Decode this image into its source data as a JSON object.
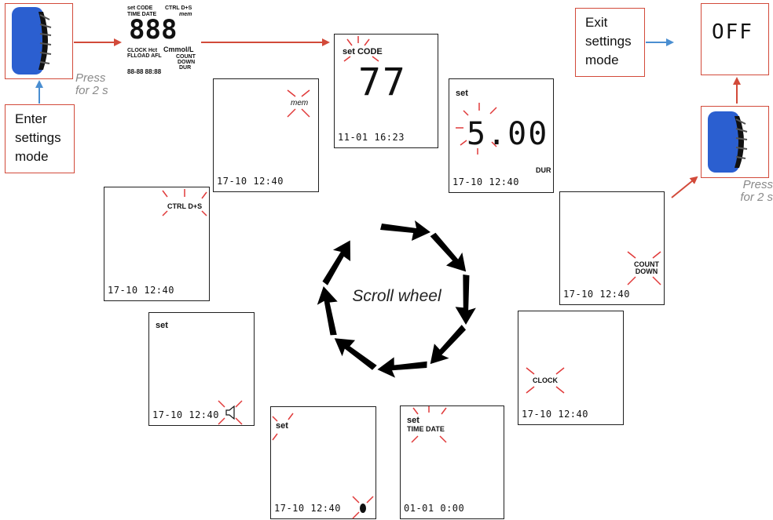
{
  "diagram": {
    "center_label": "Scroll wheel",
    "enter_callout": "Enter\nsettings\nmode",
    "exit_callout": "Exit\nsettings\nmode",
    "press_left": "Press\nfor 2 s",
    "press_right": "Press\nfor 2 s",
    "off_display": "OFF"
  },
  "all_segments": {
    "row1_a": "set CODE",
    "row1_b": "TIME DATE",
    "row1_c": "CTRL D+S",
    "row1_d": "mem",
    "digits": "888",
    "row2_a": "CLOCK Hct",
    "row2_b": "Cmmol/L",
    "row3_a": "FLLOAD AFL",
    "row3_b": "COUNT",
    "row3_c": "DOWN",
    "row3_d": "DUR",
    "row4_a": "88-88 88:88"
  },
  "screens": {
    "code": {
      "tag": "set CODE",
      "value": "77",
      "stamp": "11-01 16:23"
    },
    "duration": {
      "tag_top": "set",
      "value": "5.00",
      "tag_bottom": "DUR",
      "stamp": "17-10 12:40"
    },
    "memory": {
      "tag": "mem",
      "stamp": "17-10 12:40"
    },
    "control": {
      "tag": "CTRL D+S",
      "stamp": "17-10 12:40"
    },
    "countdown": {
      "tag": "COUNT\nDOWN",
      "stamp": "17-10 12:40"
    },
    "sound": {
      "tag": "set",
      "stamp": "17-10 12:40"
    },
    "clock": {
      "tag": "CLOCK",
      "stamp": "17-10 12:40"
    },
    "bluetooth": {
      "tag": "set",
      "stamp": "17-10 12:40"
    },
    "timedate": {
      "tag_set": "set",
      "tag": "TIME DATE",
      "stamp": "01-01 0:00"
    }
  },
  "colors": {
    "callout_border": "#d24a3a",
    "red_arrow": "#d24a3a",
    "blue_arrow": "#4a8ed1",
    "blink": "#e03a3a",
    "device_blue": "#2b5fd0"
  }
}
